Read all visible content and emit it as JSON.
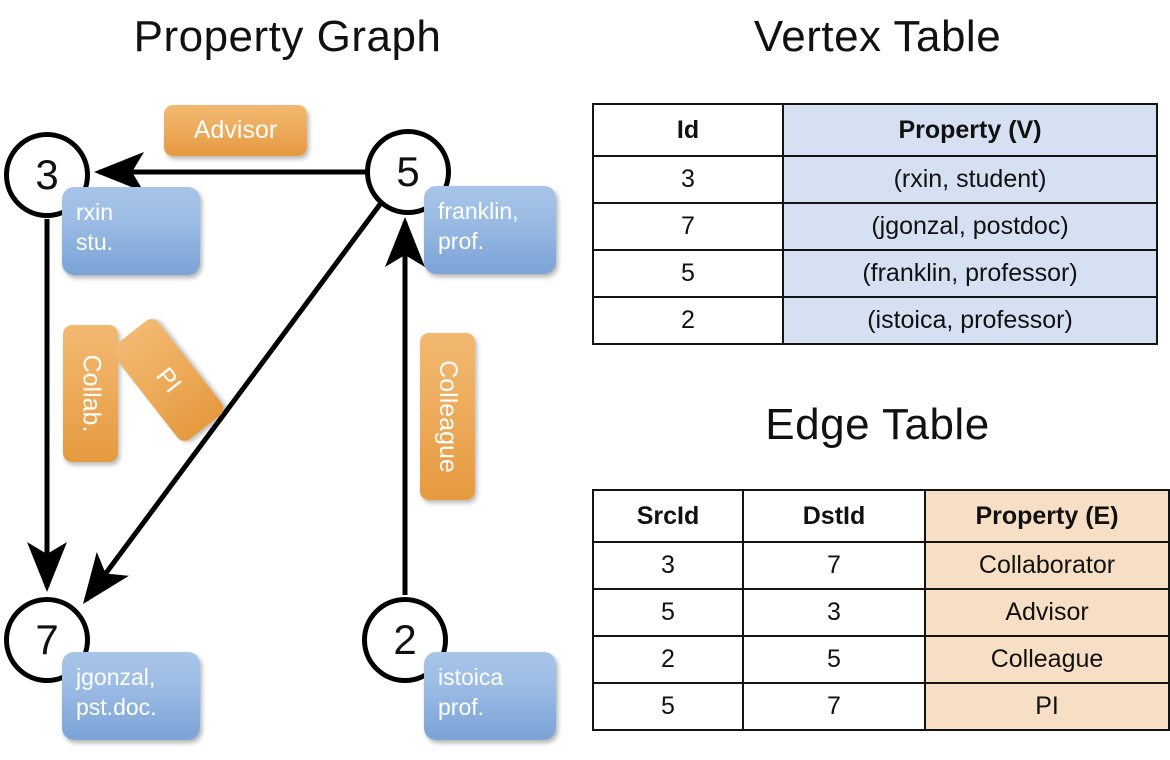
{
  "titles": {
    "graph": "Property Graph",
    "vertex_table": "Vertex Table",
    "edge_table": "Edge Table"
  },
  "graph": {
    "nodes": [
      {
        "id": "3",
        "label_line1": "rxin",
        "label_line2": "stu."
      },
      {
        "id": "5",
        "label_line1": "franklin,",
        "label_line2": "prof."
      },
      {
        "id": "7",
        "label_line1": "jgonzal,",
        "label_line2": "pst.doc."
      },
      {
        "id": "2",
        "label_line1": "istoica",
        "label_line2": "prof."
      }
    ],
    "edge_badges": [
      {
        "name": "advisor",
        "text": "Advisor"
      },
      {
        "name": "collab",
        "text": "Collab."
      },
      {
        "name": "pi",
        "text": "PI"
      },
      {
        "name": "colleague",
        "text": "Colleague"
      }
    ],
    "edges": [
      {
        "src": "5",
        "dst": "3",
        "label": "Advisor"
      },
      {
        "src": "3",
        "dst": "7",
        "label": "Collab."
      },
      {
        "src": "5",
        "dst": "7",
        "label": "PI"
      },
      {
        "src": "2",
        "dst": "5",
        "label": "Colleague"
      }
    ]
  },
  "vertex_table": {
    "headers": [
      "Id",
      "Property (V)"
    ],
    "rows": [
      {
        "id": "3",
        "property": "(rxin, student)"
      },
      {
        "id": "7",
        "property": "(jgonzal, postdoc)"
      },
      {
        "id": "5",
        "property": "(franklin, professor)"
      },
      {
        "id": "2",
        "property": "(istoica, professor)"
      }
    ]
  },
  "edge_table": {
    "headers": [
      "SrcId",
      "DstId",
      "Property (E)"
    ],
    "rows": [
      {
        "src": "3",
        "dst": "7",
        "property": "Collaborator"
      },
      {
        "src": "5",
        "dst": "3",
        "property": "Advisor"
      },
      {
        "src": "2",
        "dst": "5",
        "property": "Colleague"
      },
      {
        "src": "5",
        "dst": "7",
        "property": "PI"
      }
    ]
  },
  "colors": {
    "vertex_property_fill": "#d5e0f2",
    "edge_property_fill": "#f6dfc4",
    "node_box_blue": "#7ba3d6",
    "edge_badge_orange": "#eeac5c",
    "stroke": "#141414"
  }
}
